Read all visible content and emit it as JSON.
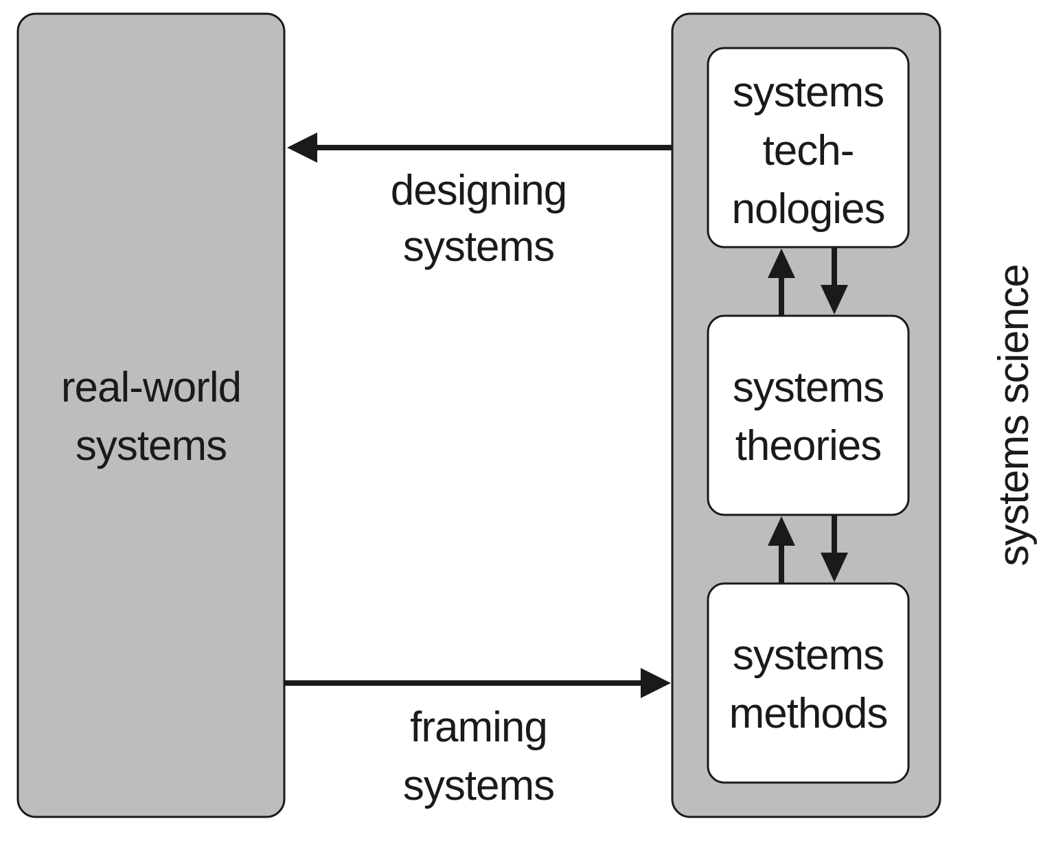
{
  "colors": {
    "panel_fill": "#bdbdbd",
    "box_fill": "#ffffff",
    "stroke": "#1a1a1a",
    "text": "#1a1a1a"
  },
  "left_block": {
    "label_line1": "real-world",
    "label_line2": "systems"
  },
  "arrows": {
    "top_label_line1": "designing",
    "top_label_line2": "systems",
    "bottom_label_line1": "framing",
    "bottom_label_line2": "systems"
  },
  "right_panel": {
    "side_label": "systems science",
    "boxes": [
      {
        "line1": "systems",
        "line2": "tech-",
        "line3": "nologies"
      },
      {
        "line1": "systems",
        "line2": "theories"
      },
      {
        "line1": "systems",
        "line2": "methods"
      }
    ]
  }
}
